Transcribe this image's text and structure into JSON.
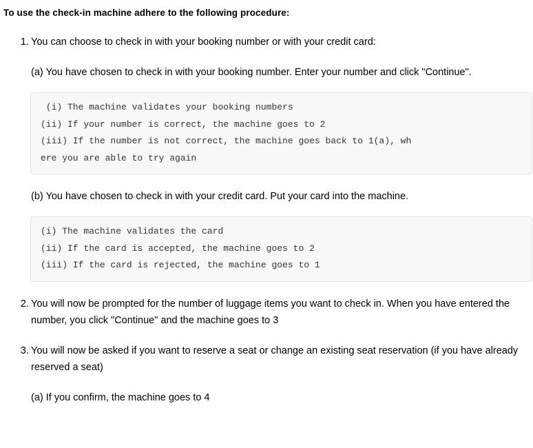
{
  "document": {
    "heading": "To use the check-in machine adhere to the following procedure:",
    "steps": [
      {
        "marker": "1.",
        "text": "You can choose to check in with your booking number or with your credit card:",
        "sub_paragraphs": [
          {
            "label": "(a)",
            "text": "(a) You have chosen to check in with your booking number. Enter your number and click \"Continue\"."
          },
          {
            "label": "(b)",
            "text": "(b) You have chosen to check in with your credit card. Put your card into the machine."
          }
        ],
        "code_blocks": [
          {
            "id": "booking-number-validation",
            "lines": [
              " (i) The machine validates your booking numbers",
              "(ii) If your number is correct, the machine goes to 2",
              "(iii) If the number is not correct, the machine goes back to 1(a), wh",
              "ere you are able to try again"
            ]
          },
          {
            "id": "credit-card-validation",
            "lines": [
              "(i) The machine validates the card",
              "(ii) If the card is accepted, the machine goes to 2",
              "(iii) If the card is rejected, the machine goes to 1"
            ]
          }
        ]
      },
      {
        "marker": "2.",
        "text": "You will now be prompted for the number of luggage items you want to check in. When you have entered the number, you click \"Continue\" and the machine goes to 3"
      },
      {
        "marker": "3.",
        "text": "You will now be asked if you want to reserve a seat or change an existing seat reservation (if you have already reserved a seat)",
        "sub_paragraphs": [
          {
            "label": "(a)",
            "text": "(a) If you confirm, the machine goes to 4"
          }
        ]
      }
    ]
  },
  "colors": {
    "page_background": "#ffffff",
    "text": "#000000",
    "code_text": "#333333",
    "code_background": "#f8f8f8",
    "code_border": "#e3e3e3"
  }
}
